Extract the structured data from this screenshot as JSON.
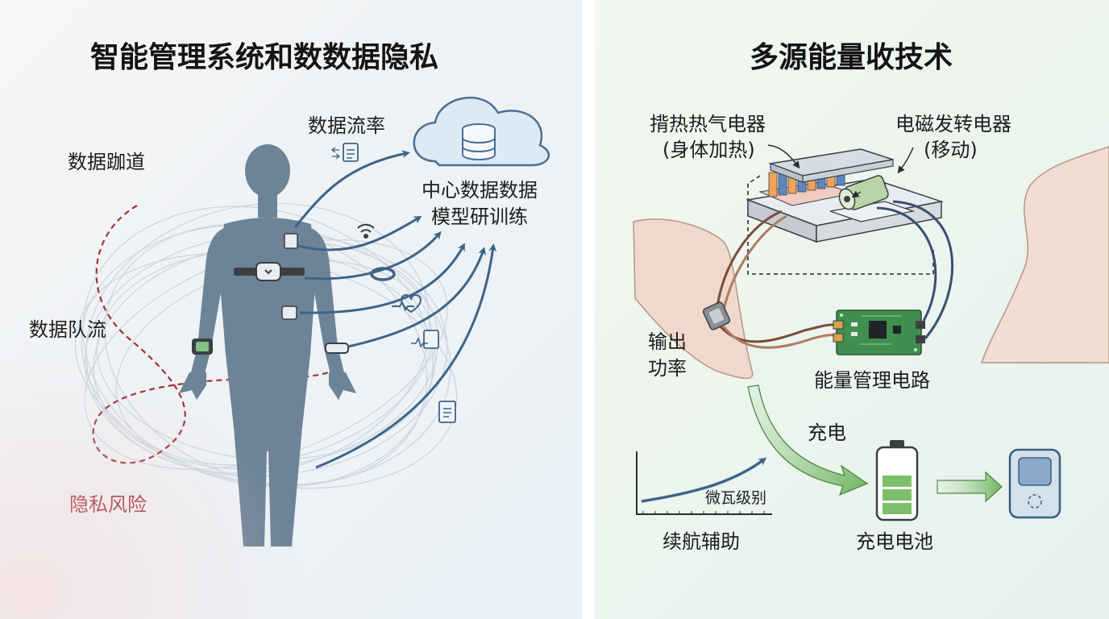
{
  "left": {
    "title": "智能管理系统和数数据隐私",
    "label_data_rate": "数据流率",
    "label_data_track": "数据跏道",
    "label_data_flow": "数据队流",
    "label_privacy_risk": "隐私风险",
    "cloud_line1": "中心数据数据",
    "cloud_line2": "模型研训练"
  },
  "right": {
    "title": "多源能量收技术",
    "label_thermo_line1": "揹热热气电器",
    "label_thermo_line2": "(身体加热)",
    "label_em_line1": "电磁发转电器",
    "label_em_line2": "(移动)",
    "label_output_line1": "输出",
    "label_output_line2": "功率",
    "label_pmc": "能量管理电路",
    "label_charge": "充电",
    "label_microwatt": "微瓦级别",
    "label_endurance": "续航辅助",
    "label_battery": "充电电池"
  },
  "colors": {
    "body": "#6d8397",
    "arrow": "#3e6487",
    "privacy_red": "#a33232",
    "charge_green": "#7cb86e",
    "pcb": "#3f8f4e"
  }
}
